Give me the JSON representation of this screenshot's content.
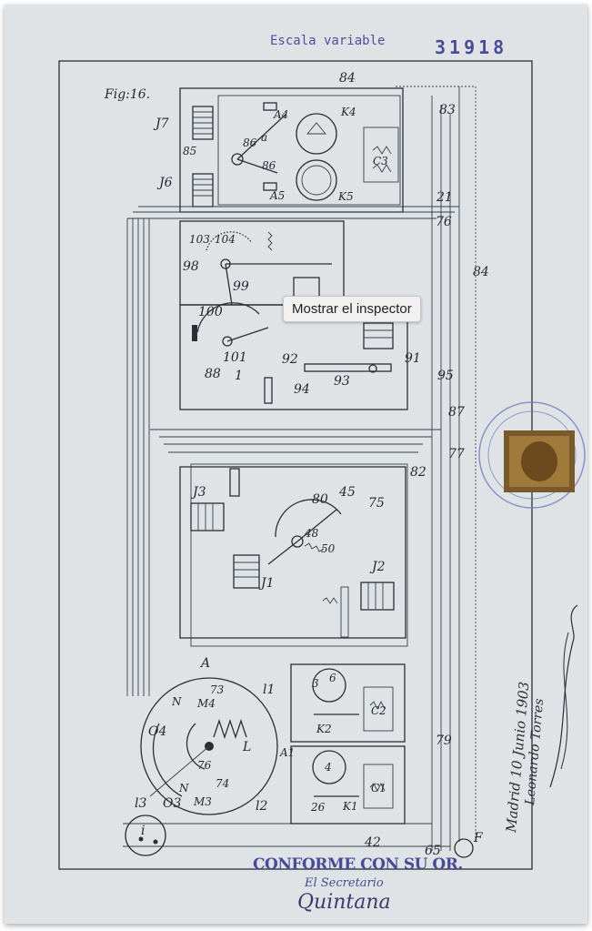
{
  "header": {
    "scale_note": "Escala variable",
    "patent_number": "31918"
  },
  "figure": {
    "label": "Fig:16.",
    "part_labels": [
      "84",
      "83",
      "J7",
      "A4",
      "K4",
      "86",
      "a",
      "86",
      "85",
      "C3",
      "J6",
      "A5",
      "K5",
      "21",
      "76",
      "103",
      "104",
      "98",
      "99",
      "84",
      "100",
      "88",
      "101",
      "1",
      "94",
      "93",
      "92",
      "91",
      "95",
      "87",
      "77",
      "82",
      "J3",
      "80",
      "45",
      "75",
      "48",
      "50",
      "J2",
      "J1",
      "A",
      "3",
      "6",
      "K2",
      "C2",
      "73",
      "M4",
      "O4",
      "N",
      "L",
      "76",
      "74",
      "O3",
      "N",
      "M3",
      "l2",
      "l1",
      "l3",
      "79",
      "4",
      "K1",
      "C1",
      "26",
      "A1",
      "i",
      "42",
      "65",
      "F"
    ]
  },
  "signature": {
    "date_line": "Madrid 10 Junio 1903",
    "name_line": "Leonardo Torres"
  },
  "stamp": {
    "line1": "CONFORME CON SU OR.",
    "line2": "El Secretario",
    "signature_text": "Quintana"
  },
  "tooltip": {
    "text": "Mostrar el inspector"
  },
  "colors": {
    "paper": "#dfe3e6",
    "ink": "#2b2f33",
    "stamp_ink": "#4a4a9a",
    "header_ink": "#5a4aa0"
  }
}
